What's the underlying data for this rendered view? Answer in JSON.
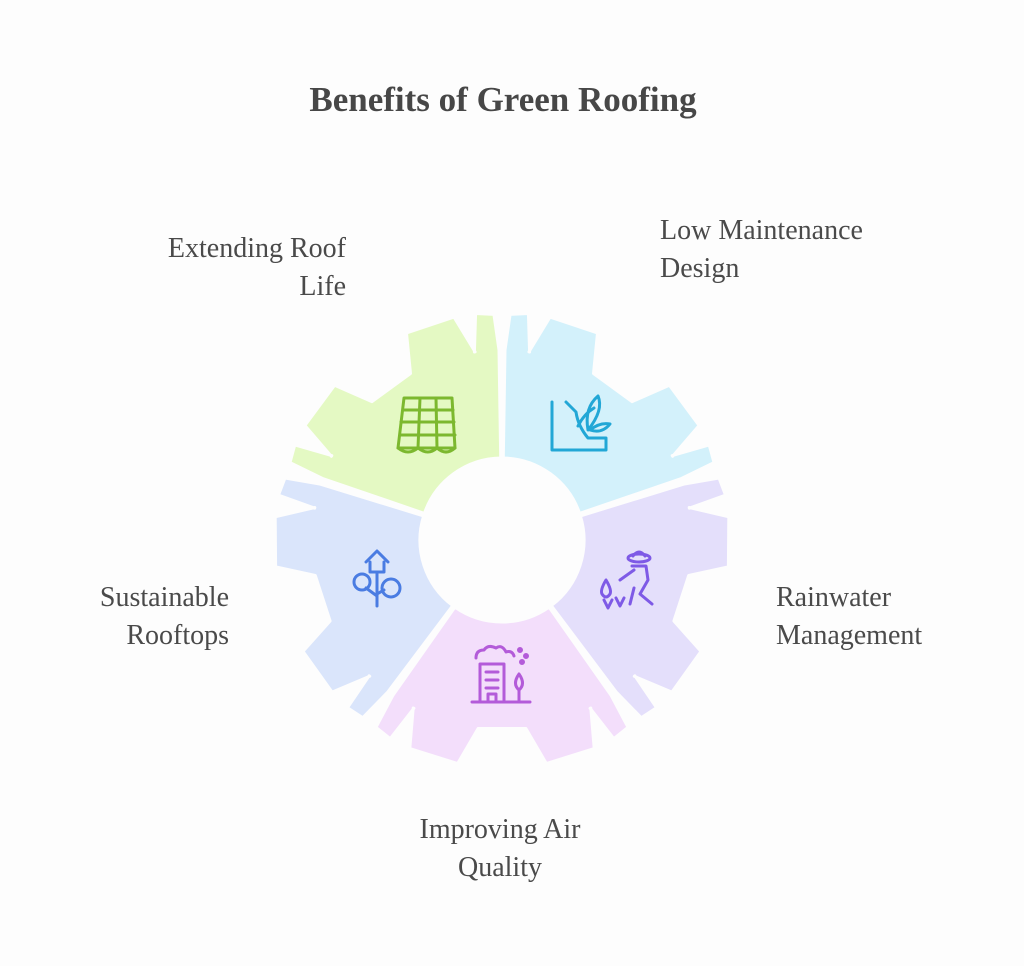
{
  "title": "Benefits of Green Roofing",
  "segments": [
    {
      "id": "extending",
      "lines": [
        "Extending Roof",
        "Life"
      ],
      "fill": "#e4f9c3",
      "icon": "roof-tiles-icon",
      "icon_color": "#7cb82f"
    },
    {
      "id": "lowmaint",
      "lines": [
        "Low Maintenance",
        "Design"
      ],
      "fill": "#d3f1fb",
      "icon": "plant-slope-icon",
      "icon_color": "#22a7d6"
    },
    {
      "id": "rain",
      "lines": [
        "Rainwater",
        "Management"
      ],
      "fill": "#e4dffb",
      "icon": "gardener-watering-icon",
      "icon_color": "#7e5ae6"
    },
    {
      "id": "air",
      "lines": [
        "Improving Air",
        "Quality"
      ],
      "fill": "#f3defb",
      "icon": "building-tree-air-icon",
      "icon_color": "#b35bd9"
    },
    {
      "id": "sustain",
      "lines": [
        "Sustainable",
        "Rooftops"
      ],
      "fill": "#dae5fb",
      "icon": "house-tree-icon",
      "icon_color": "#4a7ce2"
    }
  ]
}
